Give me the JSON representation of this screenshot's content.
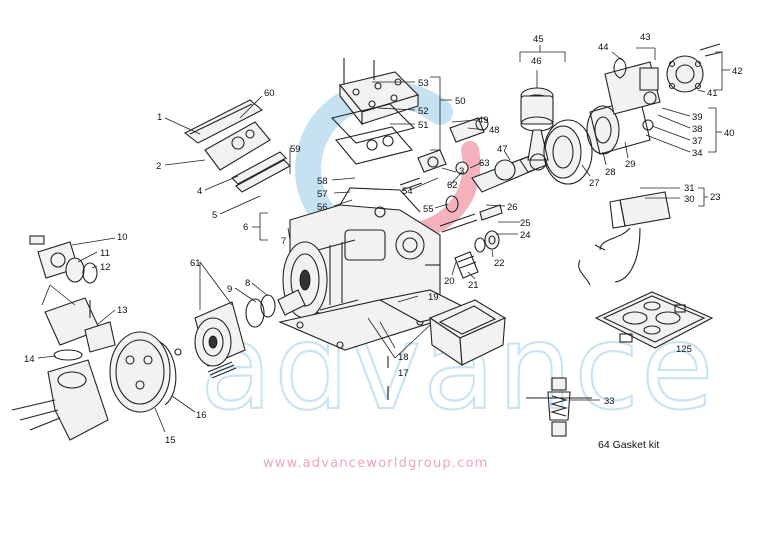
{
  "watermark": {
    "brand": "advance",
    "color_blue": "#b9dcef",
    "color_red": "#f2a0ad"
  },
  "website": "www.advanceworldgroup.com",
  "gasket_kit_label": "64 Gasket kit",
  "callouts": [
    "1",
    "2",
    "3",
    "4",
    "5",
    "6",
    "7",
    "8",
    "9",
    "10",
    "11",
    "12",
    "13",
    "14",
    "15",
    "16",
    "17",
    "18",
    "19",
    "20",
    "21",
    "22",
    "23",
    "24",
    "25",
    "26",
    "27",
    "28",
    "29",
    "30",
    "31",
    "33",
    "34",
    "37",
    "38",
    "39",
    "40",
    "41",
    "42",
    "43",
    "44",
    "45",
    "46",
    "47",
    "48",
    "49",
    "50",
    "51",
    "52",
    "53",
    "54",
    "55",
    "56",
    "57",
    "58",
    "59",
    "60",
    "61",
    "62",
    "63"
  ]
}
